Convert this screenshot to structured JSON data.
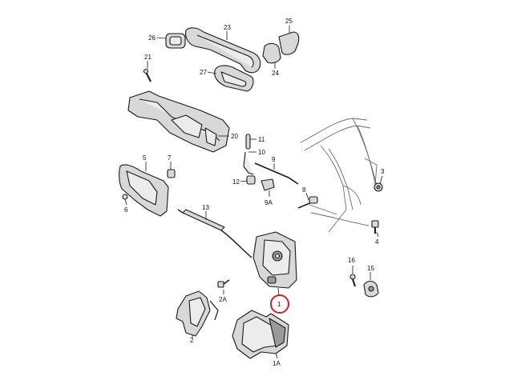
{
  "diagram": {
    "highlight_color": "#d02020",
    "part_fill": "#d8d8d8",
    "stroke": "#1a1a1a",
    "highlighted_callout": "1",
    "callouts": {
      "c1": "1",
      "c1A": "1A",
      "c2": "2",
      "c2A": "2A",
      "c3": "3",
      "c4": "4",
      "c5": "5",
      "c6": "6",
      "c7": "7",
      "c8": "8",
      "c9": "9",
      "c9A": "9A",
      "c10": "10",
      "c11": "11",
      "c12": "12",
      "c13": "13",
      "c15": "15",
      "c16": "16",
      "c20": "20",
      "c21": "21",
      "c23": "23",
      "c24": "24",
      "c25": "25",
      "c26": "26",
      "c27": "27"
    }
  }
}
